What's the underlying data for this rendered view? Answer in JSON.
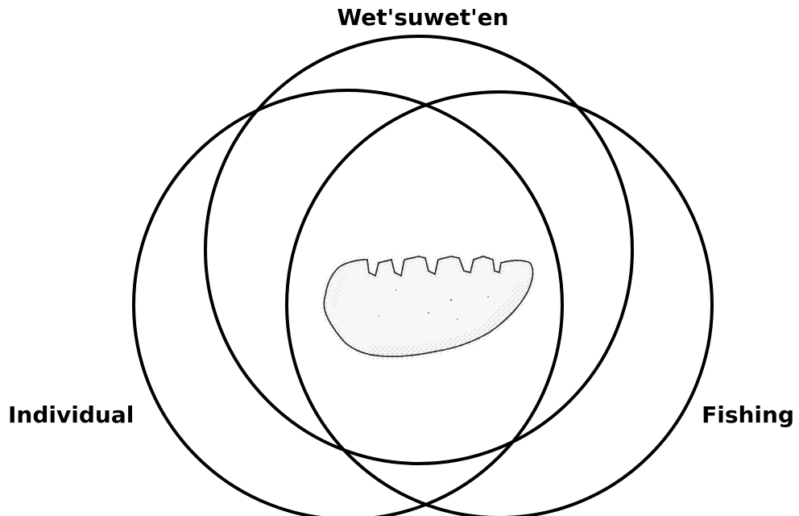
{
  "diagram": {
    "type": "venn",
    "sets": [
      {
        "id": "top",
        "label": "Wet'suwet'en"
      },
      {
        "id": "left",
        "label": "Individual"
      },
      {
        "id": "right",
        "label": "Fishing"
      }
    ],
    "center_image": {
      "icon": "stone-artifact-icon",
      "description_visible": false
    },
    "colors": {
      "stroke": "#000000",
      "background": "#ffffff",
      "artifact_fill": "#f4f4f4",
      "artifact_stipple": "#8a8a8a"
    }
  }
}
